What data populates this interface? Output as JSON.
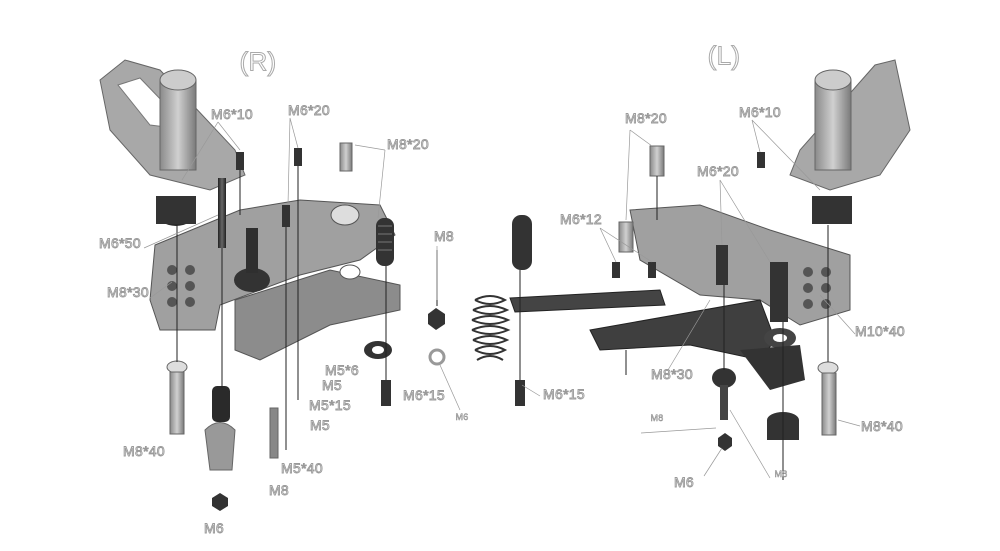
{
  "title": "Rearset exploded view",
  "colors": {
    "label": "#9a9a9a",
    "part_light": "#b4b4b4",
    "part_dark": "#3a3a3a",
    "leader": "#888888"
  },
  "right": {
    "side_label": "(R)",
    "labels": [
      "M6*10",
      "M6*20",
      "M8*20",
      "M6*50",
      "M8*30",
      "M8",
      "M5*6",
      "M5",
      "M5*15",
      "M5",
      "M6*15",
      "M6",
      "M8*40",
      "M5*40",
      "M8",
      "M6"
    ]
  },
  "left": {
    "side_label": "(L)",
    "labels": [
      "M8*20",
      "M6*10",
      "M6*20",
      "M6*12",
      "M10*40",
      "M8*30",
      "M6*15",
      "M8",
      "M8*40",
      "M6",
      "M8"
    ]
  }
}
